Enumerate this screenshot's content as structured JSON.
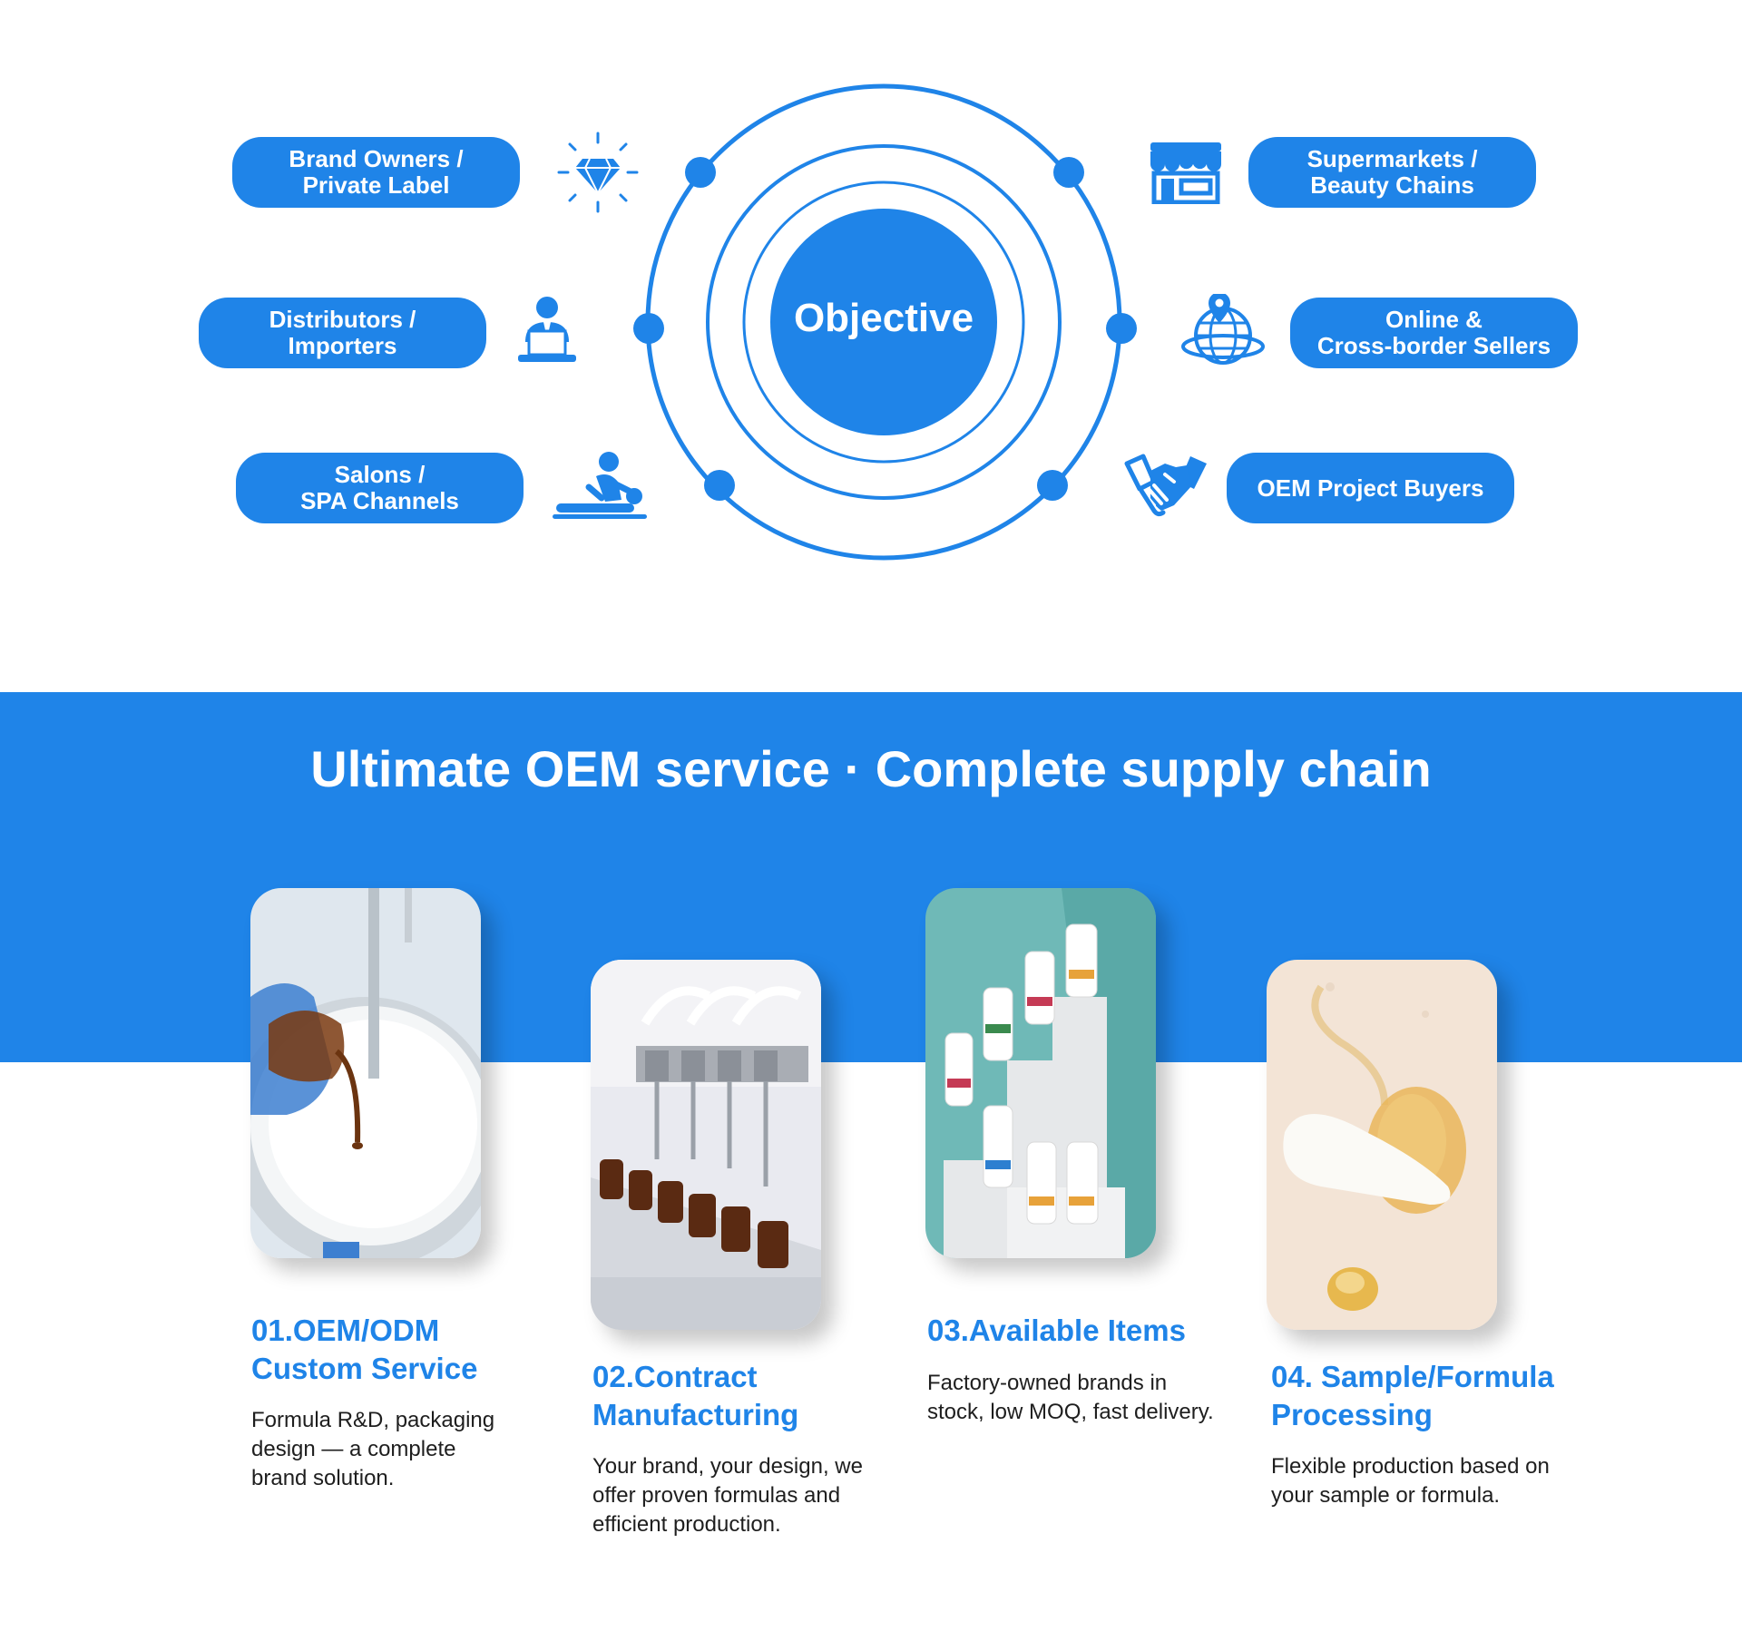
{
  "objective": {
    "center_label": "Objective",
    "left_segments": [
      {
        "line1": "Brand Owners /",
        "line2": "Private Label",
        "icon": "diamond-icon"
      },
      {
        "line1": "Distributors /",
        "line2": "Importers",
        "icon": "businessman-laptop-icon"
      },
      {
        "line1": "Salons /",
        "line2": "SPA Channels",
        "icon": "massage-icon"
      }
    ],
    "right_segments": [
      {
        "line1": "Supermarkets /",
        "line2": "Beauty Chains",
        "icon": "storefront-icon"
      },
      {
        "line1": "Online &",
        "line2": "Cross-border Sellers",
        "icon": "globe-location-icon"
      },
      {
        "line1": "OEM Project Buyers",
        "icon": "handshake-icon"
      }
    ]
  },
  "band": {
    "title": "Ultimate OEM service · Complete supply chain"
  },
  "services": [
    {
      "line1": "01.OEM/ODM",
      "line2": "Custom Service",
      "desc1": "Formula R&D, packaging",
      "desc2": "design — a complete",
      "desc3": "brand solution.",
      "image": "mixing-liquid-photo"
    },
    {
      "line1": "02.Contract",
      "line2": "Manufacturing",
      "desc1": "Your brand, your design, we",
      "desc2": "offer proven formulas and",
      "desc3": "efficient production.",
      "image": "bottling-line-photo"
    },
    {
      "line1": "03.Available Items",
      "desc1": "Factory-owned brands in",
      "desc2": "stock, low MOQ, fast delivery.",
      "image": "product-bottles-photo"
    },
    {
      "line1": "04. Sample/Formula",
      "line2": "Processing",
      "desc1": "Flexible production based on",
      "desc2": "your sample or formula.",
      "image": "cream-texture-photo"
    }
  ],
  "colors": {
    "accent": "#1f84e8",
    "text": "#1e1e1e",
    "background": "#ffffff"
  }
}
